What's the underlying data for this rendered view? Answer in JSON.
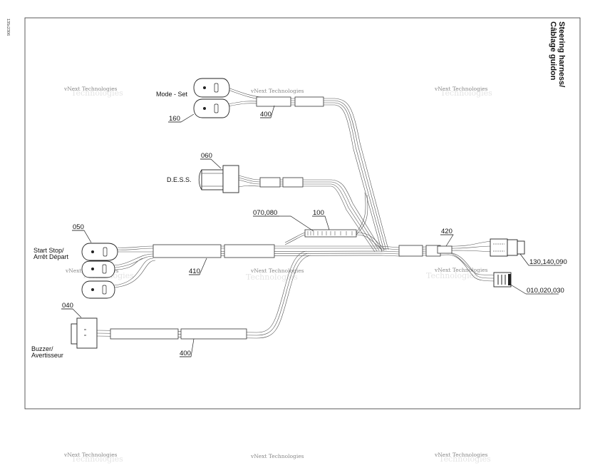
{
  "doc_code": "135c2306",
  "title_line1": "Steering harness/",
  "title_line2": "Câblage guidon",
  "labels": {
    "mode_set": "Mode - Set",
    "dess": "D.E.S.S.",
    "start_stop_line1": "Start  Stop/",
    "start_stop_line2": "Arrêt  Départ",
    "buzzer_line1": "Buzzer/",
    "buzzer_line2": "Avertisseur"
  },
  "callouts": {
    "c160": "160",
    "c400_top": "400",
    "c060": "060",
    "c070_080": "070,080",
    "c100": "100",
    "c050": "050",
    "c410": "410",
    "c420": "420",
    "c130": "130,140,090",
    "c010": "010,020,030",
    "c040": "040",
    "c400_bottom": "400"
  },
  "watermark": {
    "line1": "vNext Technologies",
    "line2": "Technologies"
  }
}
